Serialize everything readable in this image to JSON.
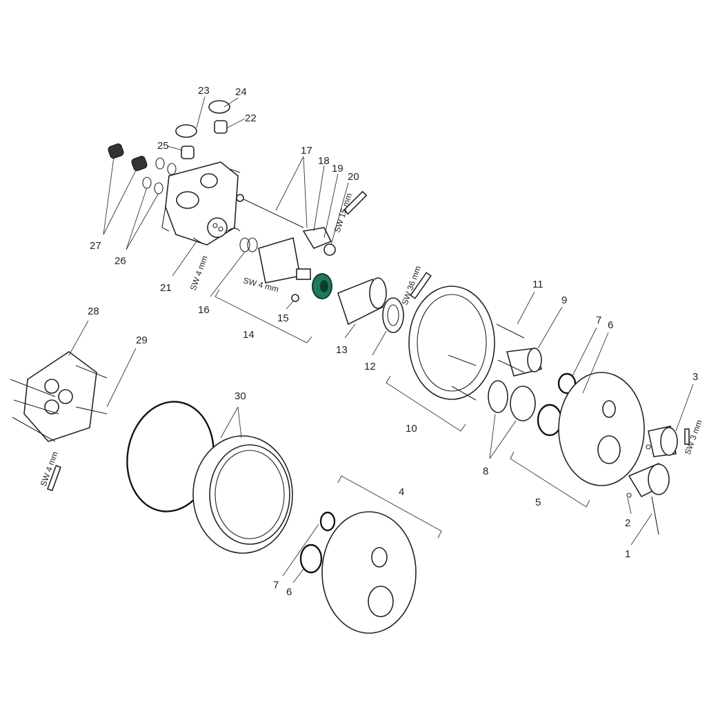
{
  "diagram": {
    "type": "exploded-parts-view",
    "labels": {
      "p1": "1",
      "p2": "2",
      "p3": "3",
      "p4": "4",
      "p5": "5",
      "p6a": "6",
      "p6b": "6",
      "p7a": "7",
      "p7b": "7",
      "p8": "8",
      "p9": "9",
      "p10": "10",
      "p11": "11",
      "p12": "12",
      "p13": "13",
      "p14": "14",
      "p15": "15",
      "p16": "16",
      "p17": "17",
      "p18": "18",
      "p19": "19",
      "p20": "20",
      "p21": "21",
      "p22": "22",
      "p23": "23",
      "p24": "24",
      "p25": "25",
      "p26": "26",
      "p27": "27",
      "p28": "28",
      "p29": "29",
      "p30": "30"
    },
    "tools": {
      "sw15": "SW 15 mm",
      "sw36": "SW 36 mm",
      "sw4a": "SW 4 mm",
      "sw4b": "SW 4 mm",
      "sw4c": "SW 4 mm",
      "sw3": "SW 3 mm"
    },
    "colors": {
      "highlight": "#1f7a5a",
      "line": "#222222"
    }
  }
}
